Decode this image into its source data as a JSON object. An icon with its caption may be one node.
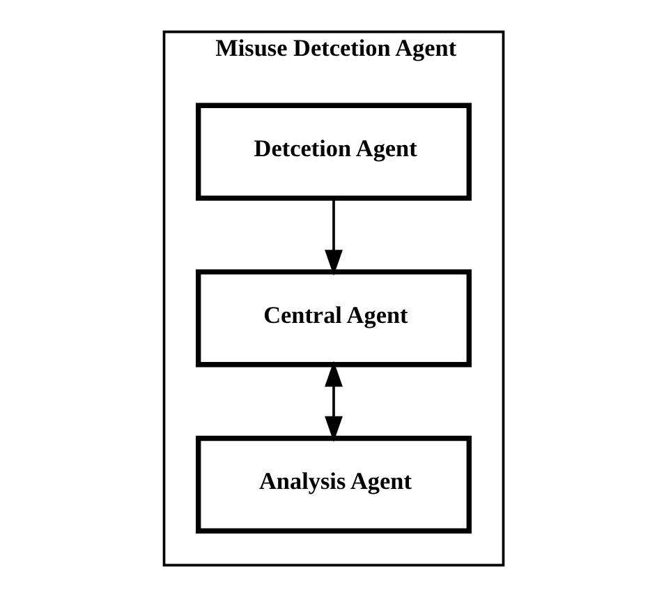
{
  "diagram": {
    "nodes": [
      {
        "text": [
          "Misuse Detcetion Agent"
        ]
      },
      {
        "text": [
          "Detcetion Agent"
        ],
        "in": 0
      },
      {
        "text": [
          "Central Agent"
        ],
        "in": 0
      },
      {
        "text": [
          "Analysis Agent"
        ],
        "in": 0
      }
    ],
    "edges": [
      {
        "from": 1,
        "to": 2,
        "arrow": "to"
      },
      {
        "from": 2,
        "to": 3,
        "arrow": "both"
      }
    ]
  }
}
